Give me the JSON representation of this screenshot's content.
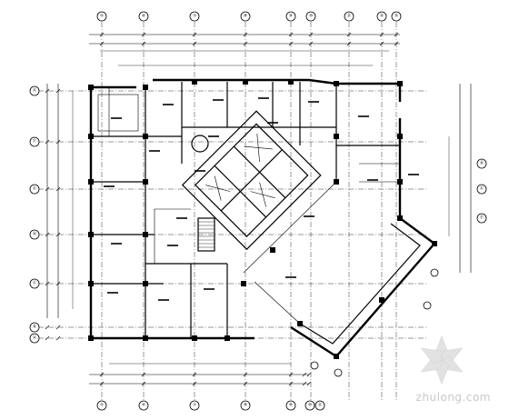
{
  "top_axes": [
    "⑤",
    "⑥",
    "⑦",
    "⑧",
    "⑨",
    "⑩",
    "⑪",
    "⑫",
    "⑬"
  ],
  "bottom_axes": [
    "⑤",
    "⑥",
    "⑦",
    "⑧",
    "⑨",
    "⑩",
    "⑪"
  ],
  "left_axes": [
    "Ⓖ",
    "Ⓕ",
    "Ⓔ",
    "Ⓓ",
    "Ⓒ",
    "Ⓑ",
    "Ⓐ"
  ],
  "right_axes": [
    "Ⓓ",
    "Ⓔ",
    "Ⓕ"
  ],
  "watermark": {
    "text": "zhulong.com"
  }
}
